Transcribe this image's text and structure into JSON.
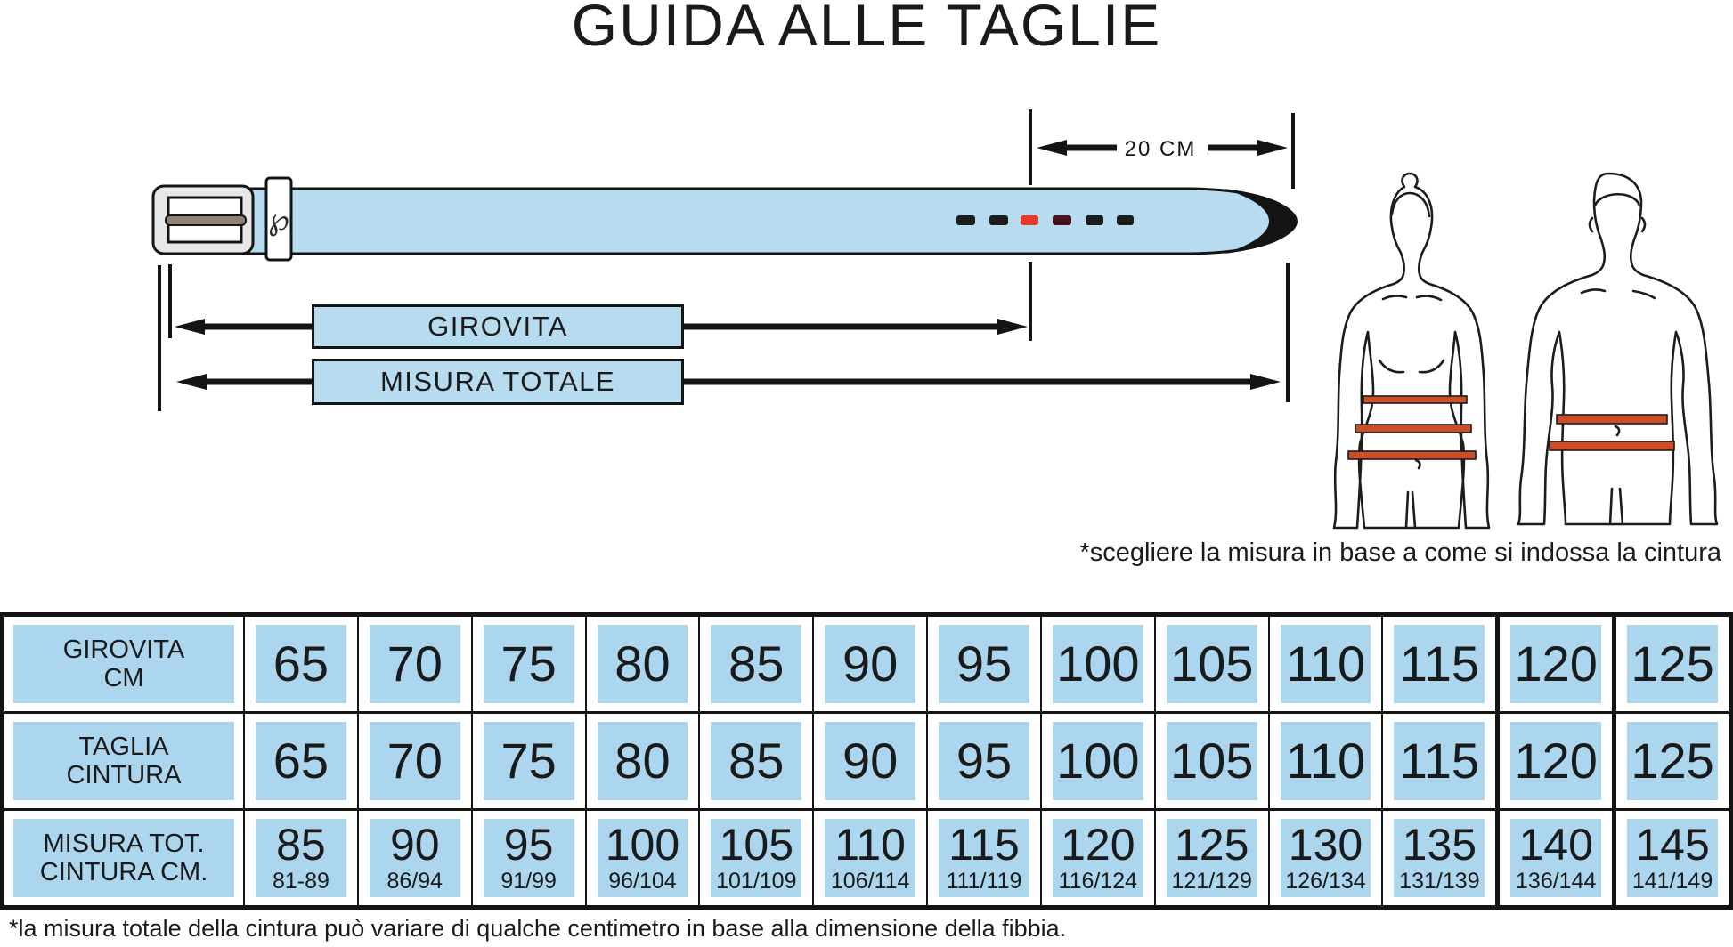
{
  "title": "GUIDA ALLE TAGLIE",
  "diagram": {
    "dim_label": "20 CM",
    "girovita_label": "GIROVITA",
    "misura_totale_label": "MISURA TOTALE",
    "brand_glyph": "℘",
    "note": "*scegliere la misura in base a come si indossa la cintura",
    "colors": {
      "belt_blue": "#b7dcf0",
      "cell_blue": "#abd6ee",
      "hole_black": "#1c1c1c",
      "hole_red": "#e8392b",
      "hole_dark_red": "#46141a",
      "figure_belt_red": "#cb4e26",
      "buckle_gray": "#e7e7e7",
      "pin_gray": "#8d8076"
    }
  },
  "table": {
    "rows": [
      {
        "header_lines": [
          "GIROVITA",
          "CM"
        ],
        "cells": [
          {
            "main": "65"
          },
          {
            "main": "70"
          },
          {
            "main": "75"
          },
          {
            "main": "80"
          },
          {
            "main": "85"
          },
          {
            "main": "90"
          },
          {
            "main": "95"
          },
          {
            "main": "100"
          },
          {
            "main": "105"
          },
          {
            "main": "110"
          },
          {
            "main": "115"
          },
          {
            "main": "120"
          },
          {
            "main": "125"
          }
        ]
      },
      {
        "header_lines": [
          "TAGLIA",
          "CINTURA"
        ],
        "cells": [
          {
            "main": "65"
          },
          {
            "main": "70"
          },
          {
            "main": "75"
          },
          {
            "main": "80"
          },
          {
            "main": "85"
          },
          {
            "main": "90"
          },
          {
            "main": "95"
          },
          {
            "main": "100"
          },
          {
            "main": "105"
          },
          {
            "main": "110"
          },
          {
            "main": "115"
          },
          {
            "main": "120"
          },
          {
            "main": "125"
          }
        ]
      },
      {
        "header_lines": [
          "MISURA TOT.",
          "CINTURA CM."
        ],
        "cells": [
          {
            "main": "85",
            "sub": "81-89"
          },
          {
            "main": "90",
            "sub": "86/94"
          },
          {
            "main": "95",
            "sub": "91/99"
          },
          {
            "main": "100",
            "sub": "96/104"
          },
          {
            "main": "105",
            "sub": "101/109"
          },
          {
            "main": "110",
            "sub": "106/114"
          },
          {
            "main": "115",
            "sub": "111/119"
          },
          {
            "main": "120",
            "sub": "116/124"
          },
          {
            "main": "125",
            "sub": "121/129"
          },
          {
            "main": "130",
            "sub": "126/134"
          },
          {
            "main": "135",
            "sub": "131/139"
          },
          {
            "main": "140",
            "sub": "136/144"
          },
          {
            "main": "145",
            "sub": "141/149"
          }
        ]
      }
    ],
    "thick_left_columns": [
      11,
      12
    ]
  },
  "footer_note": "*la misura totale della cintura può variare di qualche centimetro in base alla dimensione della fibbia."
}
